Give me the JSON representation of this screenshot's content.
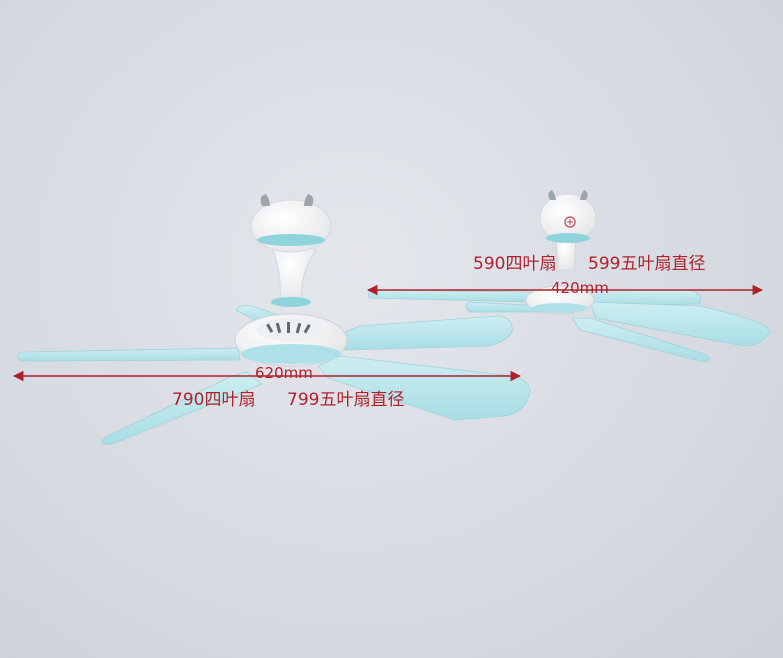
{
  "left_fan": {
    "width_label": "620mm",
    "four_blade_diameter": "790四叶扇",
    "five_blade_diameter": "799五叶扇直径"
  },
  "right_fan": {
    "width_label": "420mm",
    "four_blade_diameter": "590四叶扇",
    "five_blade_diameter": "599五叶扇直径"
  },
  "colors": {
    "blade": "#bfe6ec",
    "accent": "#8fd3dc",
    "body": "#f7f8f8",
    "annotation": "#b0212c"
  }
}
